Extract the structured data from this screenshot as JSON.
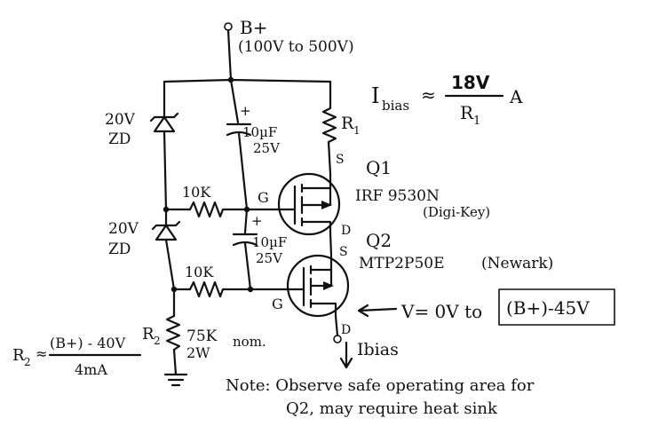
{
  "supply": {
    "label": "B+",
    "range": "(100V to 500V)"
  },
  "formula_ibias": {
    "lhs": "I",
    "sub": "bias",
    "approx": "≈",
    "num": "18V",
    "den": "R",
    "den_sub": "1",
    "unit": "A"
  },
  "zener_top": {
    "line1": "20V",
    "line2": "ZD"
  },
  "zener_bottom": {
    "line1": "20V",
    "line2": "ZD"
  },
  "cap_top": {
    "plus": "+",
    "value": "10µF",
    "voltage": "25V"
  },
  "cap_bottom": {
    "plus": "+",
    "value": "10µF",
    "voltage": "25V"
  },
  "r1": {
    "label": "R",
    "sub": "1"
  },
  "res_top": {
    "label": "10K"
  },
  "res_bottom": {
    "label": "10K"
  },
  "q1": {
    "name": "Q1",
    "part": "IRF 9530N",
    "source": "(Digi-Key)",
    "gate": "G",
    "s": "S",
    "d": "D"
  },
  "q2": {
    "name": "Q2",
    "part": "MTP2P50E",
    "source": "(Newark)",
    "gate": "G",
    "s": "S",
    "d": "D"
  },
  "vout": {
    "text": "V= 0V to",
    "box": "(B+)-45V"
  },
  "r2": {
    "label": "R",
    "sub": "2",
    "value": "75K",
    "power": "2W",
    "nom": "nom."
  },
  "formula_r2": {
    "lhs": "R",
    "sub": "2",
    "approx": "≈",
    "num": "(B+) - 40V",
    "den": "4mA"
  },
  "ibias_out": {
    "label": "Ibias"
  },
  "note": {
    "line1": "Note: Observe safe operating area for",
    "line2": "Q2, may require heat sink"
  }
}
